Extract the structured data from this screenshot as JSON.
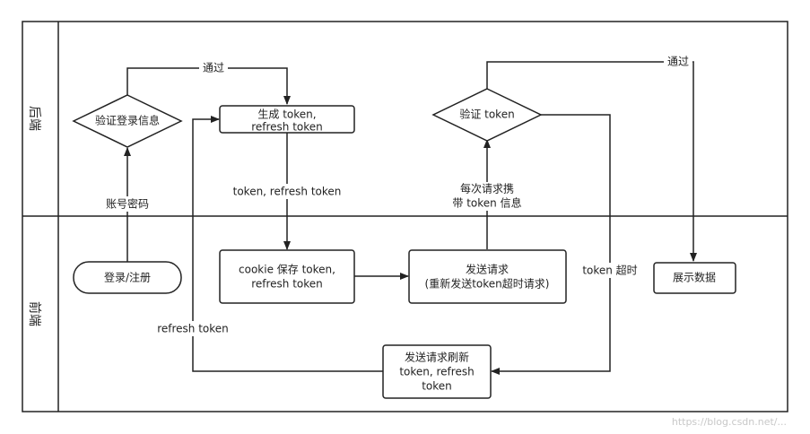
{
  "lanes": {
    "backend": "后端",
    "frontend": "前端"
  },
  "nodes": {
    "verify_login": "验证登录信息",
    "generate_token_1": "生成 token,",
    "generate_token_2": "refresh token",
    "verify_token": "验证 token",
    "login_register": "登录/注册",
    "cookie_save_1": "cookie 保存 token,",
    "cookie_save_2": "refresh token",
    "send_request_1": "发送请求",
    "send_request_2": "(重新发送token超时请求)",
    "show_data": "展示数据",
    "refresh_request_1": "发送请求刷新",
    "refresh_request_2": "token, refresh",
    "refresh_request_3": "token"
  },
  "edges": {
    "pass_1": "通过",
    "pass_2": "通过",
    "account_password": "账号密码",
    "token_refresh_token": "token, refresh token",
    "carry_token_1": "每次请求携",
    "carry_token_2": "带 token 信息",
    "token_timeout": "token 超时",
    "refresh_token": "refresh token"
  },
  "watermark": "https://blog.csdn.net/..."
}
